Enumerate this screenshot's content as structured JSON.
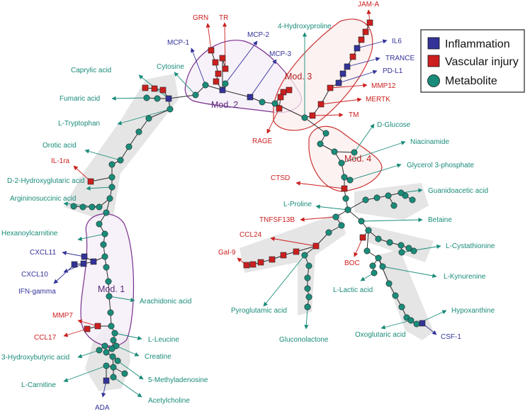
{
  "colors": {
    "inflammation": "#333399",
    "vascular": "#cc1f1f",
    "metabolite": "#1a8c7a",
    "module_outline": "#7a2e8e",
    "module_outline_red": "#cc3333",
    "module_fill": "#f4eef7",
    "module_fill_red": "#fbeeee",
    "shade": "#dcdcdc",
    "edge": "#2a2a2a"
  },
  "legend": {
    "items": [
      {
        "label": "Inflammation",
        "kind": "inflammation"
      },
      {
        "label": "Vascular injury",
        "kind": "vascular"
      },
      {
        "label": "Metabolite",
        "kind": "metabolite"
      }
    ]
  },
  "modules": [
    {
      "label": "Mod. 1",
      "style": "purple"
    },
    {
      "label": "Mod. 2",
      "style": "purple"
    },
    {
      "label": "Mod. 3",
      "style": "red"
    },
    {
      "label": "Mod. 4",
      "style": "red"
    }
  ],
  "nodes": [
    {
      "label": "GRN",
      "kind": "vascular"
    },
    {
      "label": "TR",
      "kind": "vascular"
    },
    {
      "label": "MCP-1",
      "kind": "inflammation"
    },
    {
      "label": "MCP-2",
      "kind": "inflammation"
    },
    {
      "label": "MCP-3",
      "kind": "inflammation"
    },
    {
      "label": "4-Hydroxyproline",
      "kind": "metabolite"
    },
    {
      "label": "JAM-A",
      "kind": "vascular"
    },
    {
      "label": "IL6",
      "kind": "inflammation"
    },
    {
      "label": "TRANCE",
      "kind": "inflammation"
    },
    {
      "label": "PD-L1",
      "kind": "inflammation"
    },
    {
      "label": "MMP12",
      "kind": "vascular"
    },
    {
      "label": "MERTK",
      "kind": "vascular"
    },
    {
      "label": "TM",
      "kind": "vascular"
    },
    {
      "label": "RAGE",
      "kind": "vascular"
    },
    {
      "label": "Cytosine",
      "kind": "metabolite"
    },
    {
      "label": "Caprylic acid",
      "kind": "metabolite"
    },
    {
      "label": "Fumaric acid",
      "kind": "metabolite"
    },
    {
      "label": "L-Tryptophan",
      "kind": "metabolite"
    },
    {
      "label": "Orotic acid",
      "kind": "metabolite"
    },
    {
      "label": "IL-1ra",
      "kind": "vascular"
    },
    {
      "label": "D-2-Hydroxyglutaric acid",
      "kind": "metabolite"
    },
    {
      "label": "Argininosuccinic acid",
      "kind": "metabolite"
    },
    {
      "label": "Hexanoylcarnitine",
      "kind": "metabolite"
    },
    {
      "label": "CXCL11",
      "kind": "inflammation"
    },
    {
      "label": "CXCL10",
      "kind": "inflammation"
    },
    {
      "label": "IFN-gamma",
      "kind": "inflammation"
    },
    {
      "label": "Arachidonic acid",
      "kind": "metabolite"
    },
    {
      "label": "MMP7",
      "kind": "vascular"
    },
    {
      "label": "CCL17",
      "kind": "vascular"
    },
    {
      "label": "L-Leucine",
      "kind": "metabolite"
    },
    {
      "label": "Creatine",
      "kind": "metabolite"
    },
    {
      "label": "3-Hydroxybutyric acid",
      "kind": "metabolite"
    },
    {
      "label": "5-Methyladenosine",
      "kind": "metabolite"
    },
    {
      "label": "L-Carnitine",
      "kind": "metabolite"
    },
    {
      "label": "Acetylcholine",
      "kind": "metabolite"
    },
    {
      "label": "ADA",
      "kind": "inflammation"
    },
    {
      "label": "D-Glucose",
      "kind": "metabolite"
    },
    {
      "label": "Niacinamide",
      "kind": "metabolite"
    },
    {
      "label": "Glycerol 3-phosphate",
      "kind": "metabolite"
    },
    {
      "label": "CTSD",
      "kind": "vascular"
    },
    {
      "label": "Guanidoacetic acid",
      "kind": "metabolite"
    },
    {
      "label": "L-Proline",
      "kind": "metabolite"
    },
    {
      "label": "TNFSF13B",
      "kind": "vascular"
    },
    {
      "label": "Betaine",
      "kind": "metabolite"
    },
    {
      "label": "CCL24",
      "kind": "vascular"
    },
    {
      "label": "L-Cystathionine",
      "kind": "metabolite"
    },
    {
      "label": "Gal-9",
      "kind": "vascular"
    },
    {
      "label": "BOC",
      "kind": "vascular"
    },
    {
      "label": "L-Kynurenine",
      "kind": "metabolite"
    },
    {
      "label": "L-Lactic acid",
      "kind": "metabolite"
    },
    {
      "label": "Pyroglutamic acid",
      "kind": "metabolite"
    },
    {
      "label": "Hypoxanthine",
      "kind": "metabolite"
    },
    {
      "label": "Oxoglutaric acid",
      "kind": "metabolite"
    },
    {
      "label": "CSF-1",
      "kind": "inflammation"
    },
    {
      "label": "Gluconolactone",
      "kind": "metabolite"
    }
  ]
}
